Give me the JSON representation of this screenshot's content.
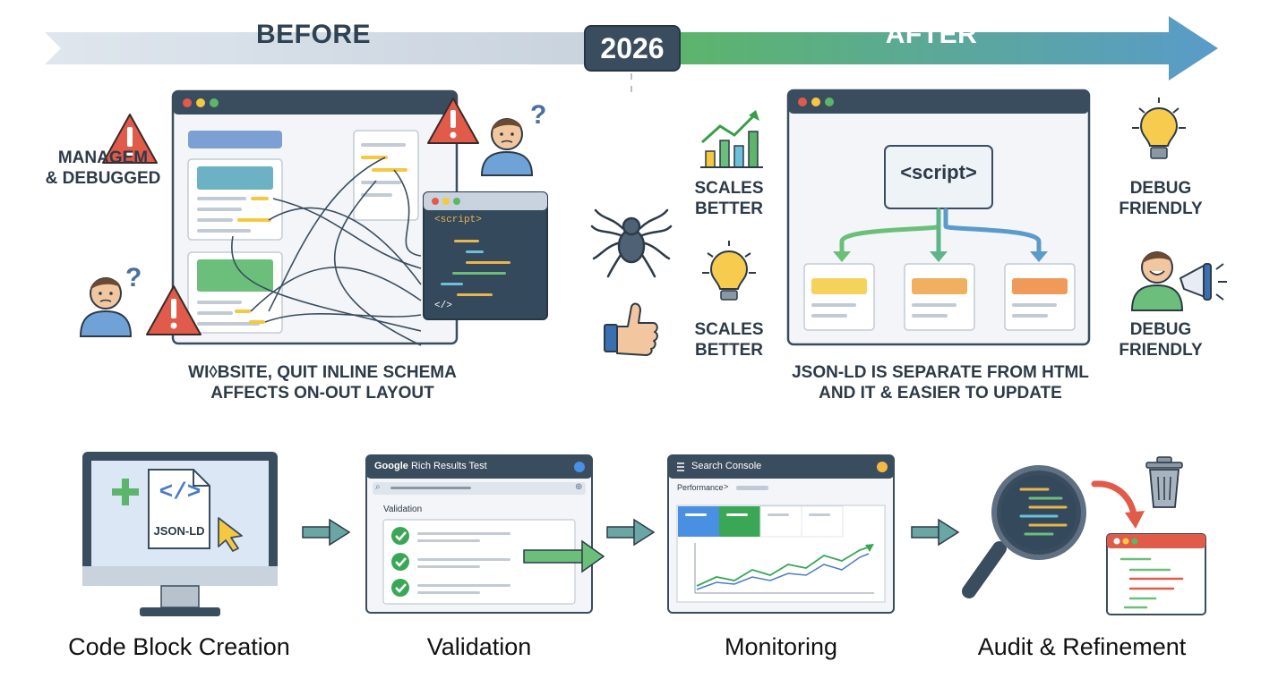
{
  "header": {
    "before_label": "BEFORE",
    "year_label": "2026",
    "after_label": "AFTER"
  },
  "before": {
    "left_label_line1": "MANAGEM",
    "left_label_line2": "& DEBUGGED",
    "code_tag": "<script>",
    "code_lines": [
      ">",
      "<",
      "<",
      "/>",
      "</",
      "</>"
    ],
    "caption_line1": "WI◊BSITE, QUIT INLINE SCHEMA",
    "caption_line2": "AFFECTS ON-OUT LAYOUT"
  },
  "after": {
    "benefit1_line1": "SCALES",
    "benefit1_line2": "BETTER",
    "benefit2_line1": "SCALES",
    "benefit2_line2": "BETTER",
    "script_tag": "<script>",
    "right1_line1": "DEBUG",
    "right1_line2": "FRIENDLY",
    "right2_line1": "DEBUG",
    "right2_line2": "FRIENDLY",
    "caption_line1": "JSON-LD IS SEPARATE FROM HTML",
    "caption_line2": "AND IT & EASIER TO UPDATE"
  },
  "workflow": {
    "stage1": {
      "title": "Code Block Creation",
      "file_label": "JSON-LD",
      "code_icon": "</>"
    },
    "stage2": {
      "title": "Validation",
      "app_title_google": "Google",
      "app_title_rest": " Rich Results Test",
      "section_label": "Validation"
    },
    "stage3": {
      "title": "Monitoring",
      "app_title": "Search Console",
      "breadcrumb": "Performance",
      "chevron": ">"
    },
    "stage4": {
      "title": "Audit & Refinement",
      "code_lines": [
        "<",
        "<",
        "/>",
        "<",
        "</"
      ]
    }
  },
  "colors": {
    "dark": "#3a4d5e",
    "green": "#4caf50",
    "blue": "#4a90e2",
    "red": "#e05b4a",
    "yellow": "#f5c842",
    "orange": "#f0a24b"
  },
  "icons": [
    "warning-icon",
    "confused-person-icon",
    "spider-icon",
    "thumbs-up-icon",
    "chart-up-icon",
    "lightbulb-icon",
    "megaphone-person-icon",
    "desktop-monitor-icon",
    "arrow-right-icon",
    "magnifier-icon",
    "trash-icon",
    "check-icon"
  ]
}
